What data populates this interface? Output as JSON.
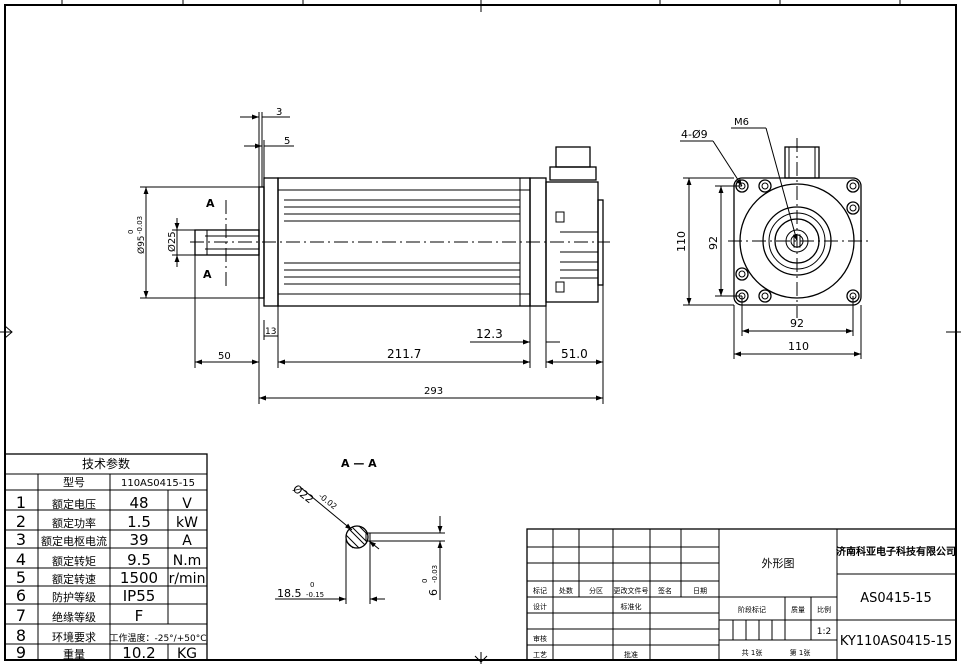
{
  "dimensions": {
    "flange_thk": "3",
    "spigot": "5",
    "flange_dia": "Ø95",
    "flange_dia_tol_up": "0",
    "flange_dia_tol_dn": "-0.03",
    "shaft_dia": "Ø25",
    "section_mark": "A",
    "shaft_len": "50",
    "flange_13": "13",
    "body_len": "211.7",
    "d_12_3": "12.3",
    "conn_len": "51.0",
    "total_len": "293",
    "holes": "4-Ø9",
    "thread": "M6",
    "frame_h": "110",
    "pcd_v": "92",
    "pcd_h": "92",
    "frame_w": "110"
  },
  "section": {
    "title": "A — A",
    "shaft_dia": "Ø22",
    "shaft_tol": "-0.02",
    "key_depth": "18.5",
    "key_depth_tol_up": "0",
    "key_depth_tol_dn": "-0.15",
    "key_width": "6",
    "key_width_tol_up": "0",
    "key_width_tol_dn": "-0.03"
  },
  "spec_table": {
    "title": "技术参数",
    "header": {
      "label": "型号",
      "value": "110AS0415-15"
    },
    "rows": [
      {
        "no": "1",
        "name": "额定电压",
        "value": "48",
        "unit": "V"
      },
      {
        "no": "2",
        "name": "额定功率",
        "value": "1.5",
        "unit": "kW"
      },
      {
        "no": "3",
        "name": "额定电枢电流",
        "value": "39",
        "unit": "A"
      },
      {
        "no": "4",
        "name": "额定转矩",
        "value": "9.5",
        "unit": "N.m"
      },
      {
        "no": "5",
        "name": "额定转速",
        "value": "1500",
        "unit": "r/min"
      },
      {
        "no": "6",
        "name": "防护等级",
        "value": "IP55",
        "unit": ""
      },
      {
        "no": "7",
        "name": "绝缘等级",
        "value": "F",
        "unit": ""
      },
      {
        "no": "8",
        "name": "环境要求",
        "value": "工作温度：-25°/+50°C",
        "unit": ""
      },
      {
        "no": "9",
        "name": "重量",
        "value": "10.2",
        "unit": "KG"
      }
    ]
  },
  "title_block": {
    "drawing_name": "外形图",
    "company": "济南科亚电子科技有限公司",
    "model_short": "AS0415-15",
    "model_full": "KY110AS0415-15",
    "h_mark": "标记",
    "h_count": "处数",
    "h_zone": "分区",
    "h_doc": "更改文件号",
    "h_sign": "签名",
    "h_date": "日期",
    "design": "设计",
    "standard": "标准化",
    "review": "审核",
    "process": "工艺",
    "approve": "批准",
    "stage": "阶段标记",
    "weight": "质量",
    "scale_label": "比例",
    "scale": "1:2",
    "total_sheets": "共 1张",
    "sheet_no": "第 1张"
  }
}
